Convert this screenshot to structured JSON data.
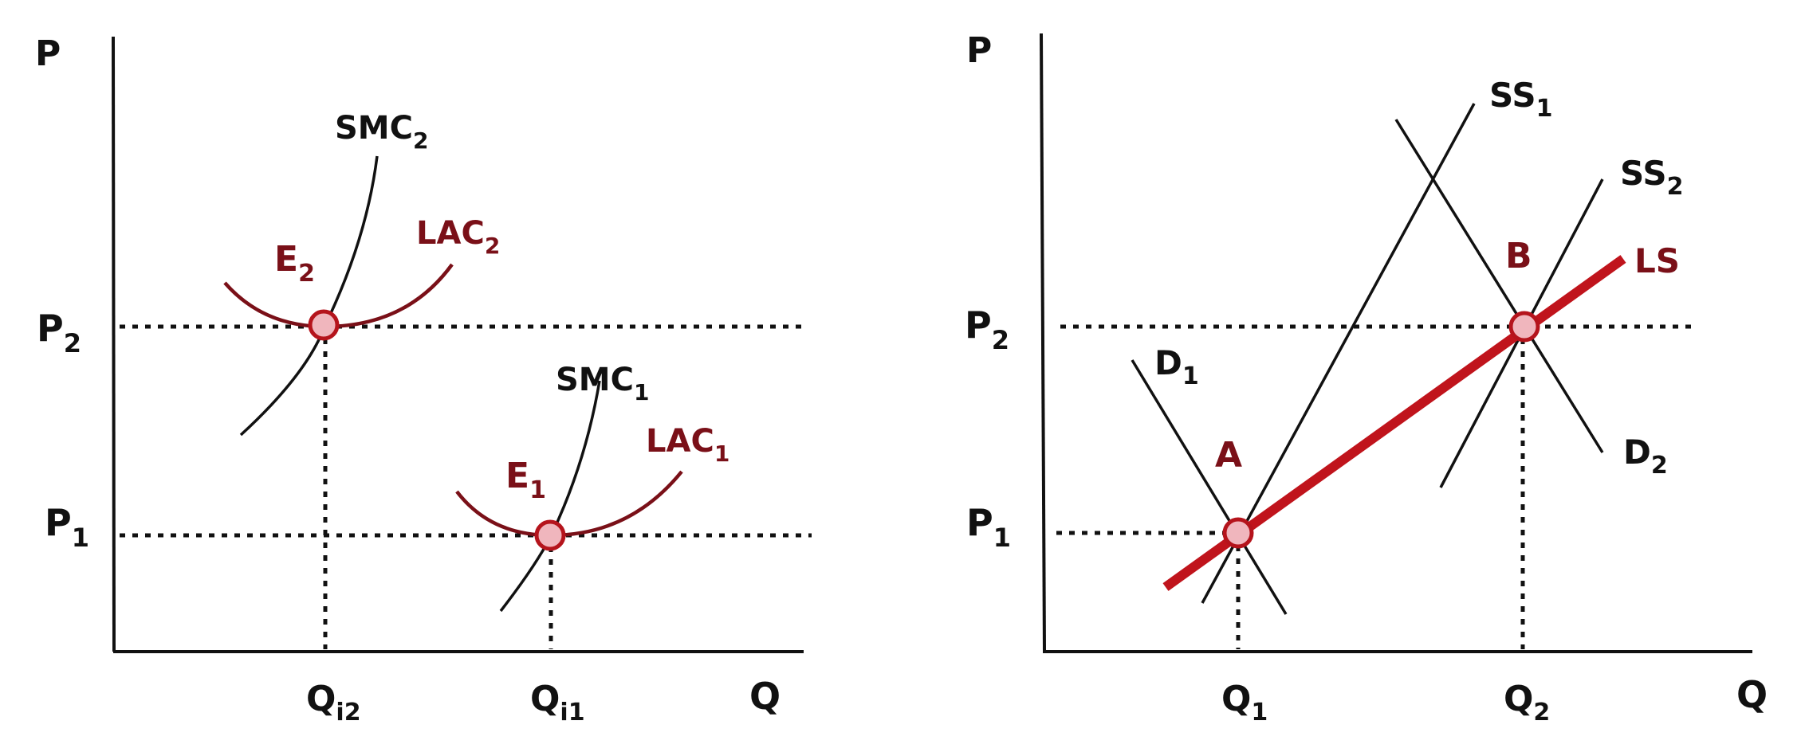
{
  "colors": {
    "axis": "#111111",
    "cost_curve": "#7a1018",
    "long_run_supply": "#c0141c",
    "point_fill": "#f0b6bd",
    "point_outline": "#b5141c"
  },
  "left_panel": {
    "y_axis_label": "P",
    "x_axis_label": "Q",
    "price_labels": [
      {
        "main": "P",
        "sub": "2"
      },
      {
        "main": "P",
        "sub": "1"
      }
    ],
    "quantity_labels": [
      {
        "main": "Q",
        "sub": "i2"
      },
      {
        "main": "Q",
        "sub": "i1"
      }
    ],
    "curve_labels": {
      "smc2": {
        "main": "SMC",
        "sub": "2"
      },
      "lac2": {
        "main": "LAC",
        "sub": "2"
      },
      "smc1": {
        "main": "SMC",
        "sub": "1"
      },
      "lac1": {
        "main": "LAC",
        "sub": "1"
      }
    },
    "point_labels": {
      "e2": {
        "main": "E",
        "sub": "2"
      },
      "e1": {
        "main": "E",
        "sub": "1"
      }
    }
  },
  "right_panel": {
    "y_axis_label": "P",
    "x_axis_label": "Q",
    "price_labels": [
      {
        "main": "P",
        "sub": "2"
      },
      {
        "main": "P",
        "sub": "1"
      }
    ],
    "quantity_labels": [
      {
        "main": "Q",
        "sub": "1"
      },
      {
        "main": "Q",
        "sub": "2"
      }
    ],
    "curve_labels": {
      "ss1": {
        "main": "SS",
        "sub": "1"
      },
      "ss2": {
        "main": "SS",
        "sub": "2"
      },
      "d1": {
        "main": "D",
        "sub": "1"
      },
      "d2": {
        "main": "D",
        "sub": "2"
      },
      "ls": "LS"
    },
    "point_labels": {
      "a": "A",
      "b": "B"
    }
  }
}
